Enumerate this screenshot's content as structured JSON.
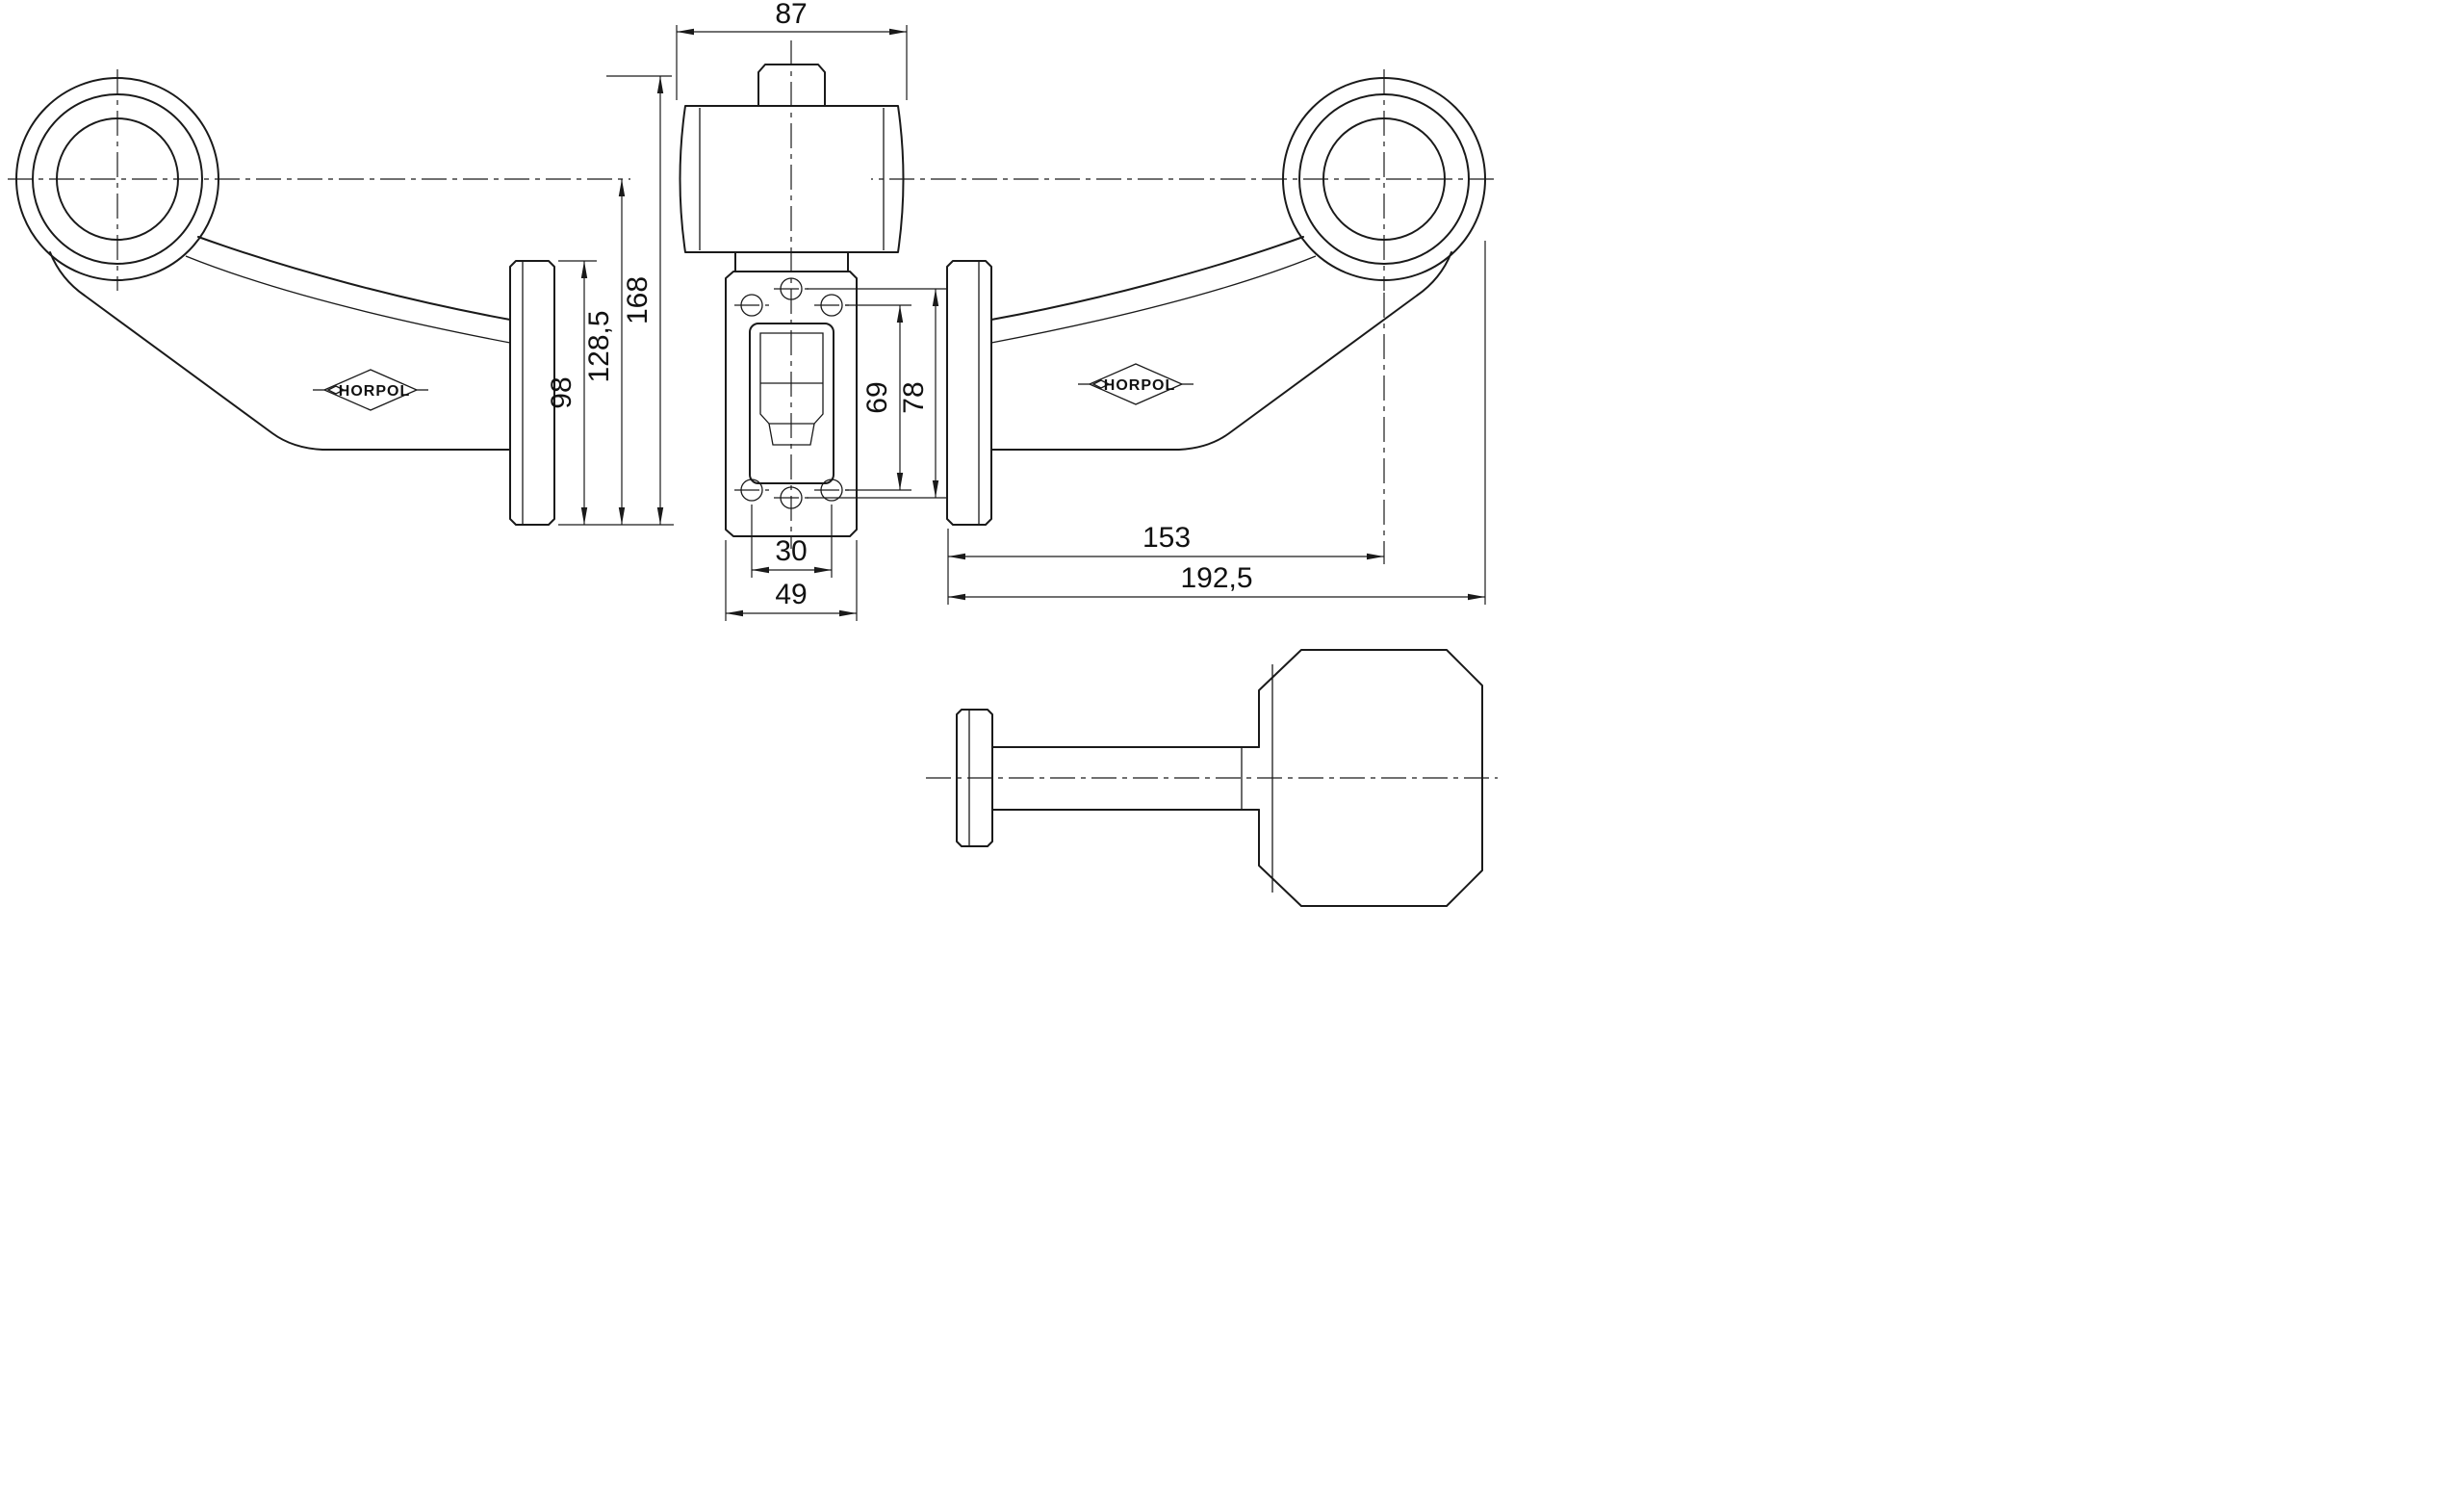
{
  "drawing": {
    "brand": "HORPOL",
    "background": "#ffffff",
    "line_color": "#1a1a1a",
    "dimensions": {
      "head_width": "87",
      "total_height": "168",
      "height_to_lens_center": "128,5",
      "bracket_height": "98",
      "hole_spacing_inner": "69",
      "hole_spacing_outer": "78",
      "slot_width": "30",
      "bracket_width": "49",
      "length_to_lens_center": "153",
      "total_length": "192,5"
    }
  }
}
